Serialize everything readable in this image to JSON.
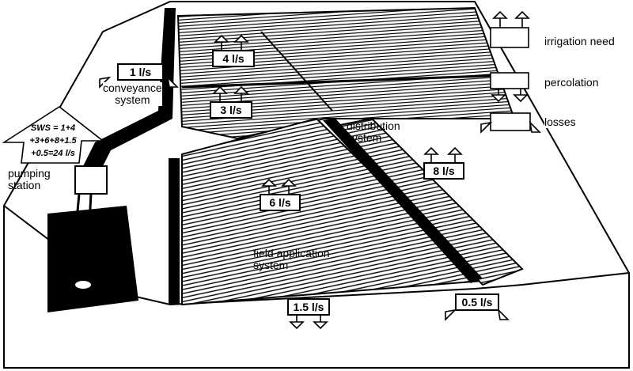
{
  "diagram": {
    "flows": {
      "conveyance_loss": "1 l/s",
      "field_top_need": "4 l/s",
      "field_mid_need": "3 l/s",
      "field_right_need": "8 l/s",
      "field_main_need": "6 l/s",
      "percolation": "1.5 l/s",
      "distribution_loss": "0.5 l/s"
    },
    "labels": {
      "conveyance": [
        "conveyance",
        "system"
      ],
      "distribution": [
        "distribution",
        "system"
      ],
      "field_application": [
        "field application",
        "system"
      ],
      "pumping_station": [
        "pumping",
        "station"
      ]
    },
    "sws": [
      "SWS = 1+4",
      "+3+6+8+1.5",
      "+0.5=24 l/s"
    ],
    "legend": [
      {
        "label": "irrigation need",
        "icon": "arrows-up-icon"
      },
      {
        "label": "percolation",
        "icon": "arrows-down-icon"
      },
      {
        "label": "losses",
        "icon": "arrows-diagonal-icon"
      }
    ]
  }
}
